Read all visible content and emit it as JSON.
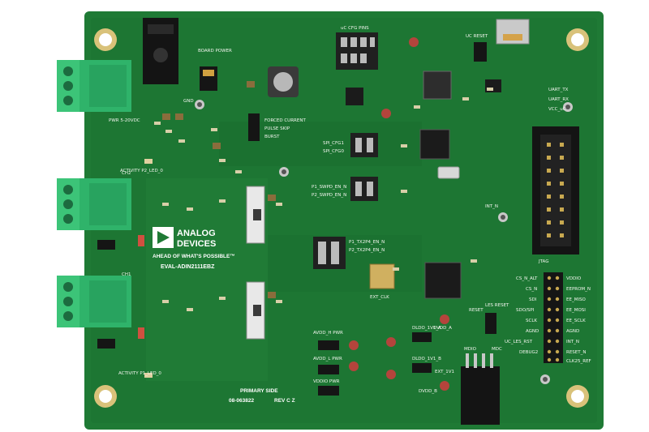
{
  "board": {
    "brand_line1": "ANALOG",
    "brand_line2": "DEVICES",
    "tagline": "AHEAD OF WHAT'S POSSIBLE™",
    "model": "EVAL-ADIN2111EBZ",
    "side": "PRIMARY SIDE",
    "part_no": "08-063822",
    "rev": "REV C Z",
    "colors": {
      "pcb": "#1f7a35",
      "pcb_dark": "#176a2c",
      "terminal": "#2fb36a",
      "silk": "#f2f5ee"
    }
  },
  "labels": {
    "pwr": "PWR 5-20VDC",
    "ch2": "CH2",
    "ch1": "CH1",
    "activity_p2": "ACTIVITY P2_LED_0",
    "activity_p1": "ACTIVITY P1_LED_0",
    "board_power": "BOARD POWER",
    "uc_cfg_pins": "uC CFG PINS",
    "uc_reset": "UC RESET",
    "forced_current": "FORCED CURRENT",
    "pulse_skip": "PULSE SKIP",
    "burst": "BURST",
    "spi_cfg1": "SPI_CFG1",
    "spi_cfg0": "SPI_CFG0",
    "p1_swpd": "P1_SWPD_EN_N",
    "p2_swpd": "P2_SWPD_EN_N",
    "p1_tx2p4": "P1_TX2P4_EN_N",
    "p2_tx2p4": "P2_TX2P4_EN_N",
    "ext_clk": "EXT_CLK",
    "les_reset": "LES RESET",
    "reset": "RESET",
    "int_n": "INT_N",
    "gnd": "GND",
    "jtag": "JTAG",
    "uart_tx": "UART_TX",
    "uart_rx": "UART_RX",
    "vcc_uc": "VCC_uC",
    "avdd_h_pwr": "AVDD_H PWR",
    "avdd_l_pwr": "AVDD_L PWR",
    "vddio_pwr": "VDDIO PWR",
    "dldo_1v1_a": "DLDO_1V1_A",
    "dldo_1v1_b": "DLDO_1V1_B",
    "dvdd_a": "DVDD_A",
    "dvdd_b": "DVDD_B",
    "mdio": "MDIO",
    "mdc": "MDC",
    "ext_1v1": "EXT_1V1",
    "p7_pins_left": [
      "CS_N_ALT",
      "CS_N",
      "SDI",
      "SDO/SPI",
      "SCLK",
      "AGND",
      "UC_LES_RST",
      "DEBUG2"
    ],
    "p7_pins_right": [
      "VDDIO",
      "EEPROM_N",
      "EE_MISO",
      "EE_MOSI",
      "EE_SCLK",
      "AGND",
      "INT_N",
      "RESET_N",
      "CLK25_REF"
    ]
  }
}
